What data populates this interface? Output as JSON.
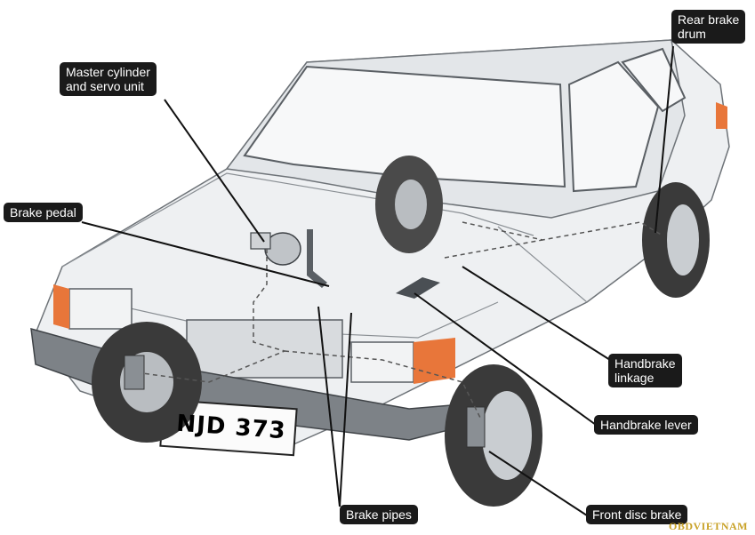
{
  "labels": {
    "rear_drum": "Rear brake\ndrum",
    "master_cylinder": "Master cylinder\nand servo unit",
    "brake_pedal": "Brake pedal",
    "handbrake_linkage": "Handbrake\nlinkage",
    "handbrake_lever": "Handbrake lever",
    "front_disc": "Front disc brake",
    "brake_pipes": "Brake pipes"
  },
  "plate": "NJD 373",
  "watermark": "OBDVIETNAM",
  "colors": {
    "label_bg": "#1a1a1a",
    "body": "#eef0f2",
    "outline": "#6e7378",
    "tyre": "#3a3a3a",
    "indicator": "#e8763a"
  }
}
